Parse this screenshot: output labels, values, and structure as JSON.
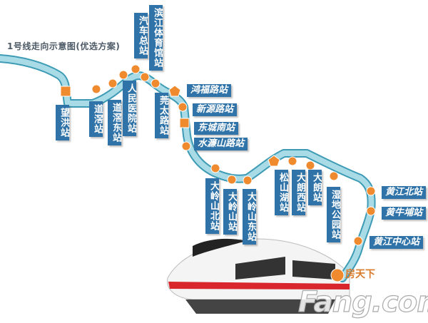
{
  "title": "1号线走向示意图(优选方案)",
  "colors": {
    "line": "#7fc4d6",
    "line_edge": "#3d9bb5",
    "station": "#f08a2e",
    "label_bg": "#2f73a8"
  },
  "stations": [
    {
      "name": "望洪站",
      "marker": "square"
    },
    {
      "name": "道滘站",
      "marker": "circle"
    },
    {
      "name": "道滘东站",
      "marker": "circle"
    },
    {
      "name": "人民医院站",
      "marker": "circle"
    },
    {
      "name": "汽车总站",
      "marker": "circle"
    },
    {
      "name": "滨江体育馆站",
      "marker": "circle"
    },
    {
      "name": "莞太路站",
      "marker": "circle"
    },
    {
      "name": "鸿福路站",
      "marker": "pentagon"
    },
    {
      "name": "新源路站",
      "marker": "circle"
    },
    {
      "name": "东城南站",
      "marker": "square"
    },
    {
      "name": "水濂山路站",
      "marker": "circle"
    },
    {
      "name": "大岭山北站",
      "marker": "circle"
    },
    {
      "name": "大岭山站",
      "marker": "circle"
    },
    {
      "name": "大岭山东站",
      "marker": "circle"
    },
    {
      "name": "松山湖站",
      "marker": "pentagon"
    },
    {
      "name": "大朗西站",
      "marker": "circle"
    },
    {
      "name": "大朗站",
      "marker": "circle"
    },
    {
      "name": "湿地公园站",
      "marker": "circle"
    },
    {
      "name": "黄江北站",
      "marker": "circle"
    },
    {
      "name": "黄牛埔站",
      "marker": "circle"
    },
    {
      "name": "黄江中心站",
      "marker": "circle"
    }
  ],
  "watermark": {
    "cn": "房天下",
    "en": "Fang.com"
  }
}
